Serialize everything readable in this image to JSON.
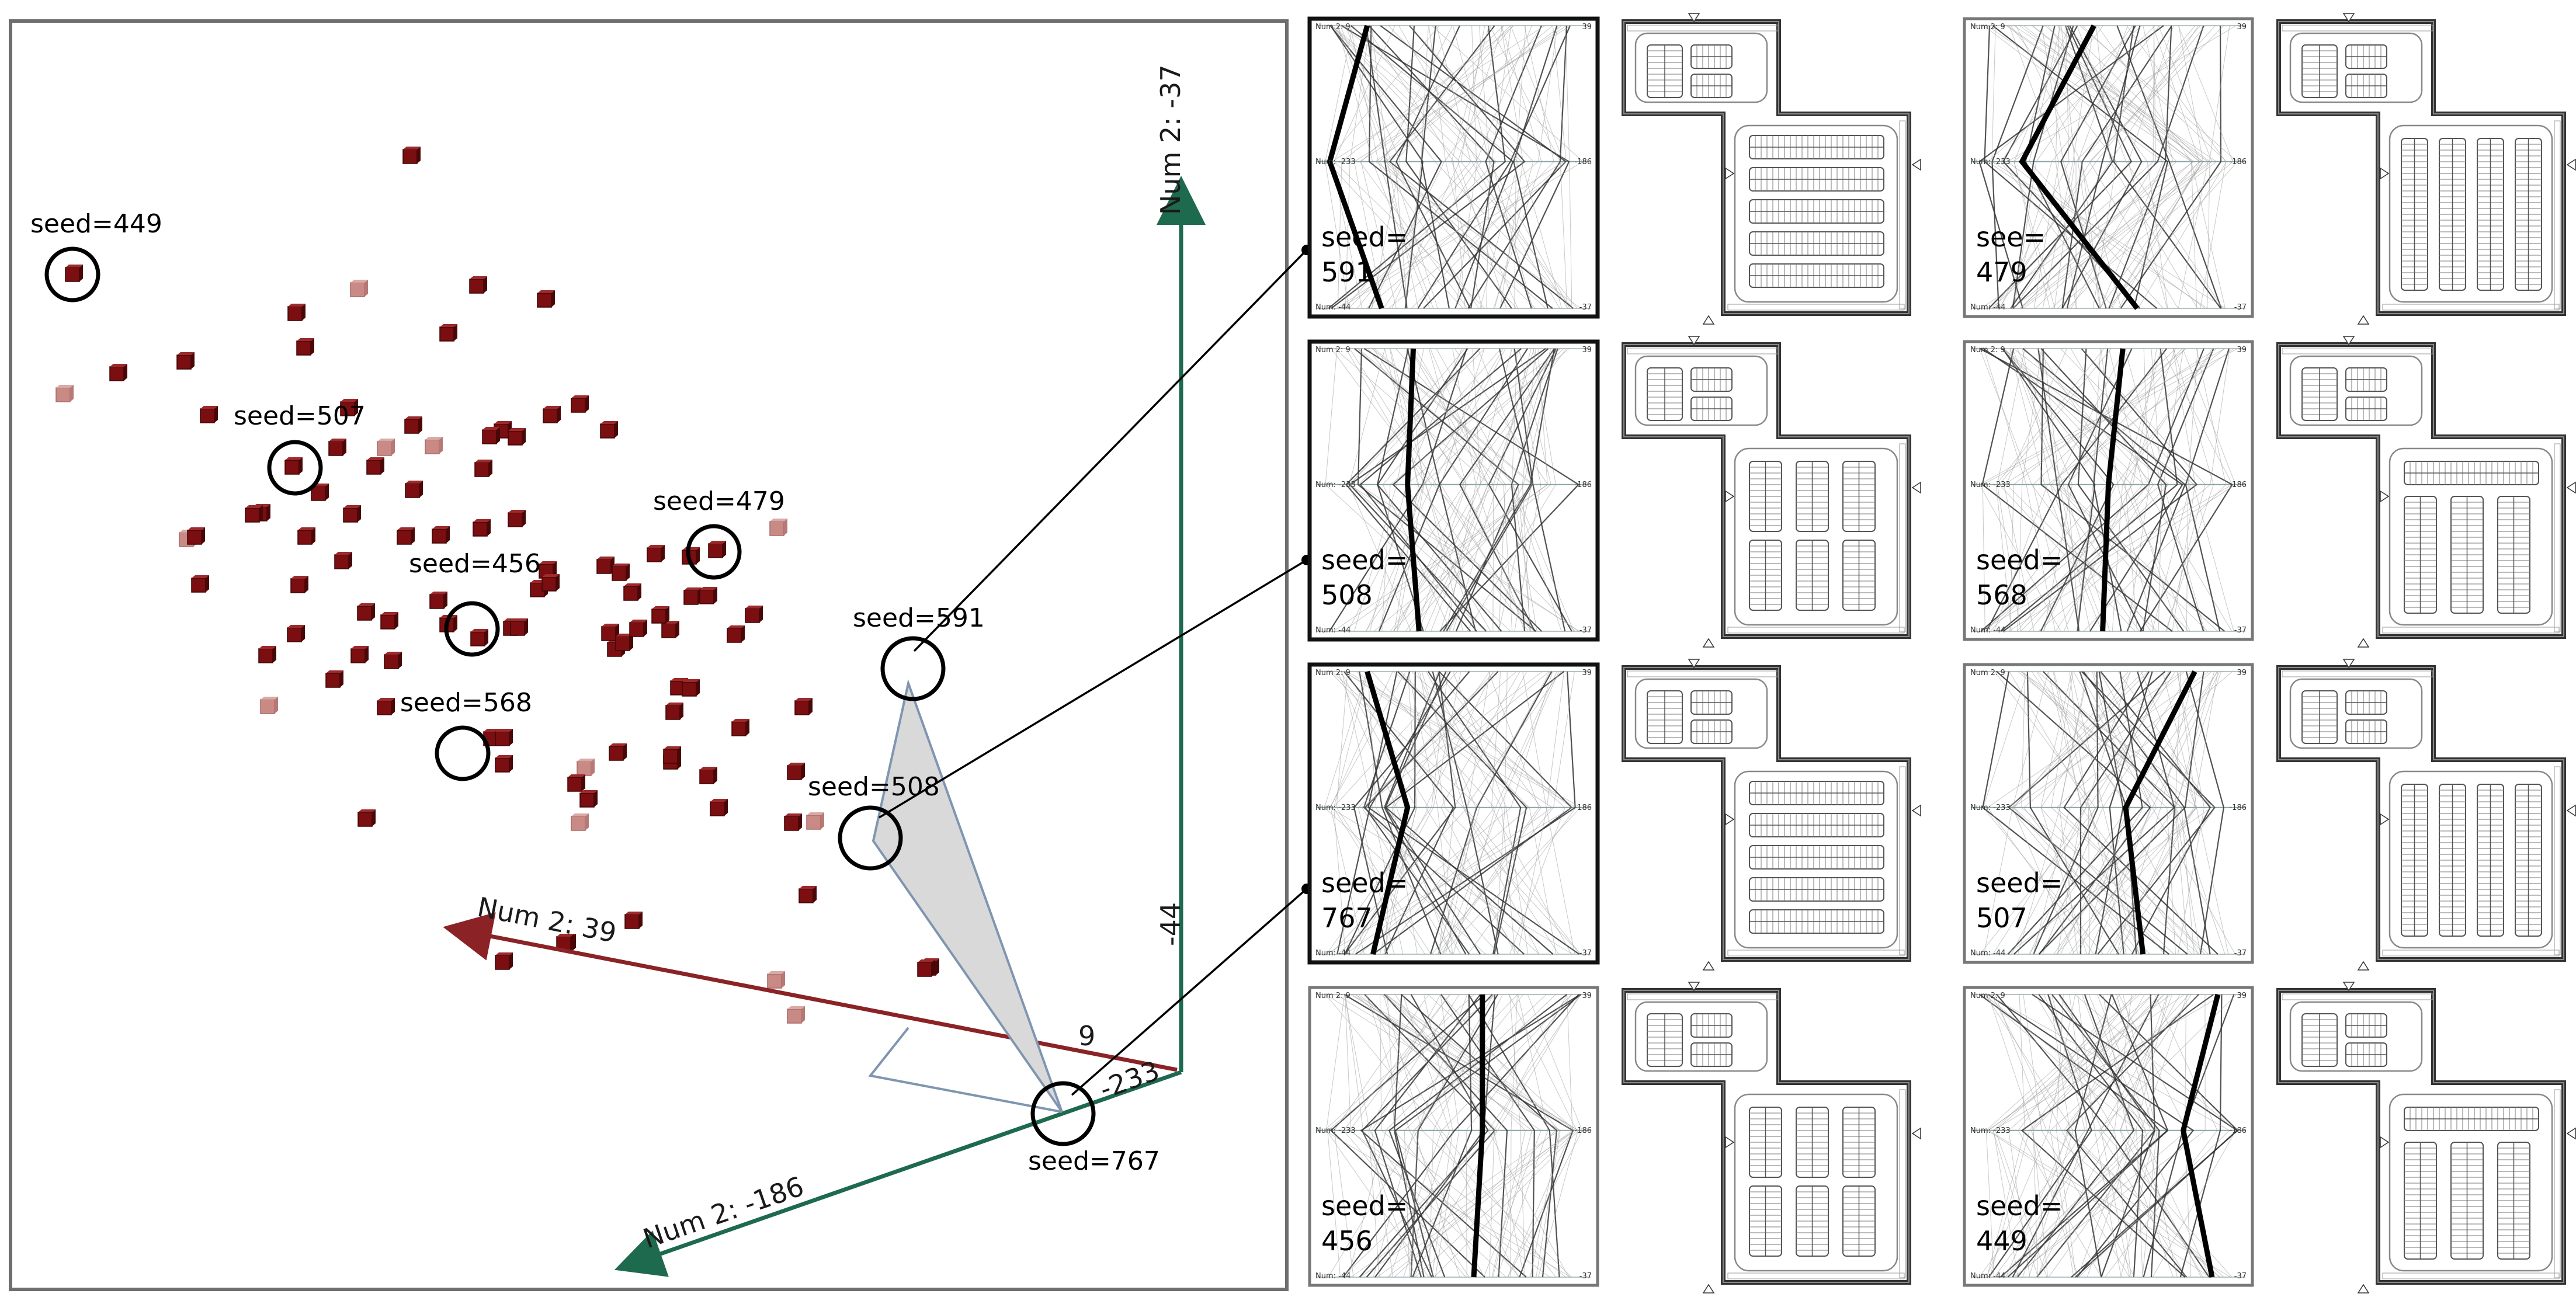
{
  "colors": {
    "axis_red": "#8b2326",
    "axis_green": "#1e6a4e",
    "cube_dark": "#7a0e10",
    "cube_light": "#c98a86",
    "triangle_fill": "#d9d9d9",
    "triangle_stroke": "#7f95b0"
  },
  "scene": {
    "axis_labels": {
      "red_axis": "Num 2: 39",
      "green_vertical_top": "Num 2: -37",
      "green_vertical_mid": "-44",
      "green_bottom": "Num 2: -186",
      "origin_a": "9",
      "origin_b": "-233"
    },
    "seed_labels": [
      "seed=449",
      "seed=507",
      "seed=479",
      "seed=456",
      "seed=591",
      "seed=568",
      "seed=508",
      "seed=767"
    ]
  },
  "panels": [
    {
      "seed_line1": "seed=",
      "seed_line2": "591"
    },
    {
      "seed_line1": "see=",
      "seed_line2": "479"
    },
    {
      "seed_line1": "seed=",
      "seed_line2": "508"
    },
    {
      "seed_line1": "seed=",
      "seed_line2": "568"
    },
    {
      "seed_line1": "seed=",
      "seed_line2": "767"
    },
    {
      "seed_line1": "seed=",
      "seed_line2": "507"
    },
    {
      "seed_line1": "seed=",
      "seed_line2": "456"
    },
    {
      "seed_line1": "seed=",
      "seed_line2": "449"
    }
  ],
  "pcp_ticks": {
    "top_left": "Num 2: 9",
    "top_right": "39",
    "mid_left": "Num: -233",
    "mid_right": "-186",
    "bottom_left": "Num: -44",
    "bottom_right": "-37"
  },
  "icons": [
    "cube-marker-icon",
    "entrance-triangle-icon"
  ]
}
